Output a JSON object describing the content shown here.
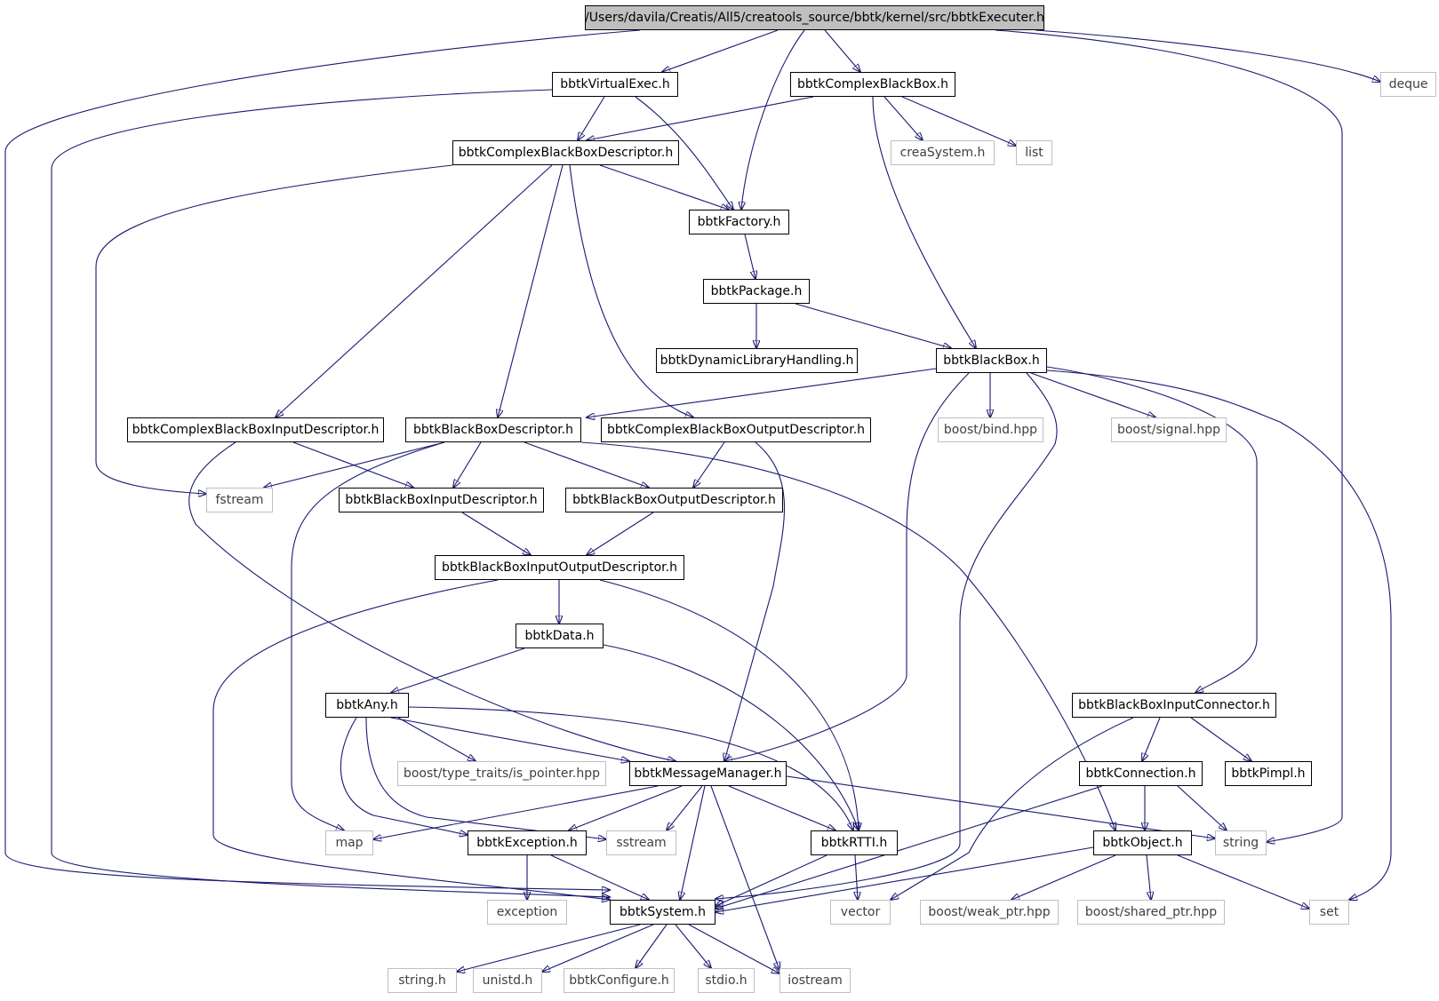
{
  "colors": {
    "edge": "#191970",
    "root_fill": "#bfbfbf",
    "node_border": "#000000",
    "external_border": "#bfbfbf"
  },
  "nodes": {
    "root": "/Users/davila/Creatis/All5/creatools_source/bbtk/kernel/src/bbtkExecuter.h",
    "virtualexec": "bbtkVirtualExec.h",
    "complexbb": "bbtkComplexBlackBox.h",
    "deque": "deque",
    "cbbdesc": "bbtkComplexBlackBoxDescriptor.h",
    "creasystem": "creaSystem.h",
    "list": "list",
    "factory": "bbtkFactory.h",
    "package": "bbtkPackage.h",
    "dynlib": "bbtkDynamicLibraryHandling.h",
    "blackbox": "bbtkBlackBox.h",
    "cbbinputdesc": "bbtkComplexBlackBoxInputDescriptor.h",
    "bbdesc": "bbtkBlackBoxDescriptor.h",
    "cbboutputdesc": "bbtkComplexBlackBoxOutputDescriptor.h",
    "boostbind": "boost/bind.hpp",
    "boostsignal": "boost/signal.hpp",
    "fstream": "fstream",
    "bbinputdesc": "bbtkBlackBoxInputDescriptor.h",
    "bboutputdesc": "bbtkBlackBoxOutputDescriptor.h",
    "bbiodesc": "bbtkBlackBoxInputOutputDescriptor.h",
    "data": "bbtkData.h",
    "any": "bbtkAny.h",
    "inputconnector": "bbtkBlackBoxInputConnector.h",
    "typetraits": "boost/type_traits/is_pointer.hpp",
    "msgmanager": "bbtkMessageManager.h",
    "connection": "bbtkConnection.h",
    "pimpl": "bbtkPimpl.h",
    "map": "map",
    "exception_h": "bbtkException.h",
    "sstream": "sstream",
    "rtti": "bbtkRTTI.h",
    "object": "bbtkObject.h",
    "string": "string",
    "exception": "exception",
    "system": "bbtkSystem.h",
    "vector": "vector",
    "weakptr": "boost/weak_ptr.hpp",
    "sharedptr": "boost/shared_ptr.hpp",
    "set": "set",
    "stringh": "string.h",
    "unistd": "unistd.h",
    "configure": "bbtkConfigure.h",
    "stdio": "stdio.h",
    "iostream": "iostream"
  }
}
